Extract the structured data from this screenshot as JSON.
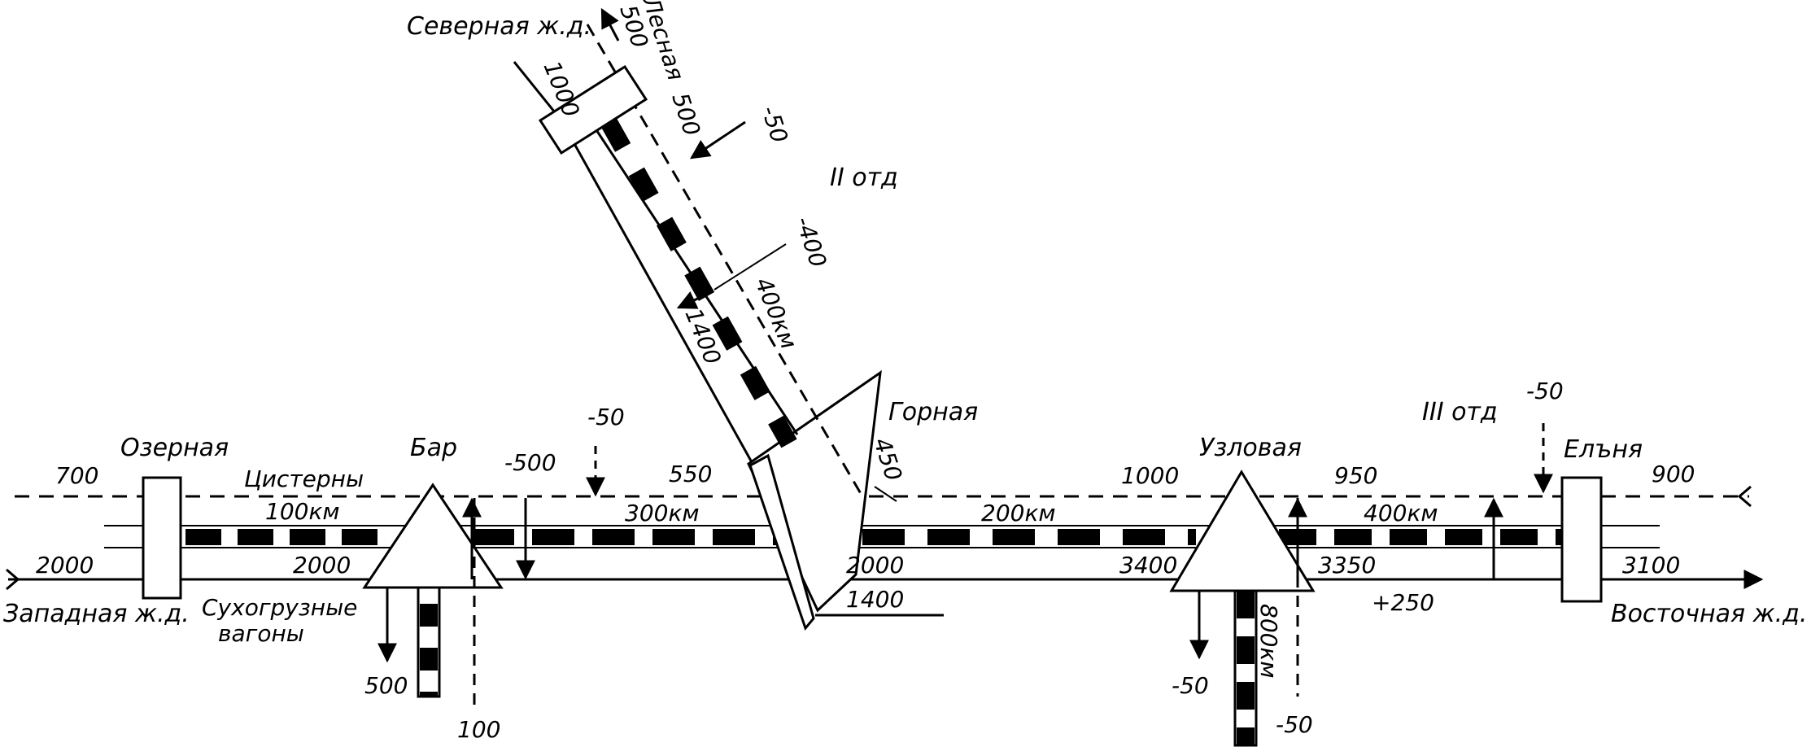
{
  "stations": {
    "ozernaya": "Озерная",
    "bar": "Бар",
    "gornaya": "Горная",
    "uzlovaya": "Узловая",
    "elnya": "Елъня",
    "lesnaya": "Лесная"
  },
  "railways": {
    "north": "Северная ж.д.",
    "west": "Западная ж.д.",
    "east": "Восточная ж.д."
  },
  "divisions": {
    "second": "II отд",
    "third": "III отд"
  },
  "cargo": {
    "tanks": "Цистерны",
    "dry_1": "Сухогрузные",
    "dry_2": "вагоны"
  },
  "distances": {
    "oz_bar": "100км",
    "bar_uz": "300км",
    "gor_uz": "200км",
    "uz_eln": "400км",
    "north_branch": "400км",
    "south_branch": "800км"
  },
  "flows": {
    "w_top": "700",
    "w_bottom": "2000",
    "bar_bottom": "2000",
    "bar_down_left": "500",
    "bar_down_right": "100",
    "minus_500": "-500",
    "top_minus_50": "-50",
    "mid_550": "550",
    "gor_2000": "2000",
    "gor_1400": "1400",
    "gor_450": "450",
    "uz_1000": "1000",
    "uz_3400": "3400",
    "uz_950": "950",
    "uz_3350": "3350",
    "uz_plus_250": "+250",
    "uz_down_minus_50_left": "-50",
    "uz_down_minus_50_right": "-50",
    "east_minus_50": "-50",
    "east_900": "900",
    "east_3100": "3100",
    "north_500_top": "500",
    "north_1000": "1000",
    "north_500": "500",
    "north_minus_50": "-50",
    "north_minus_400": "-400",
    "north_1400": "1400"
  }
}
